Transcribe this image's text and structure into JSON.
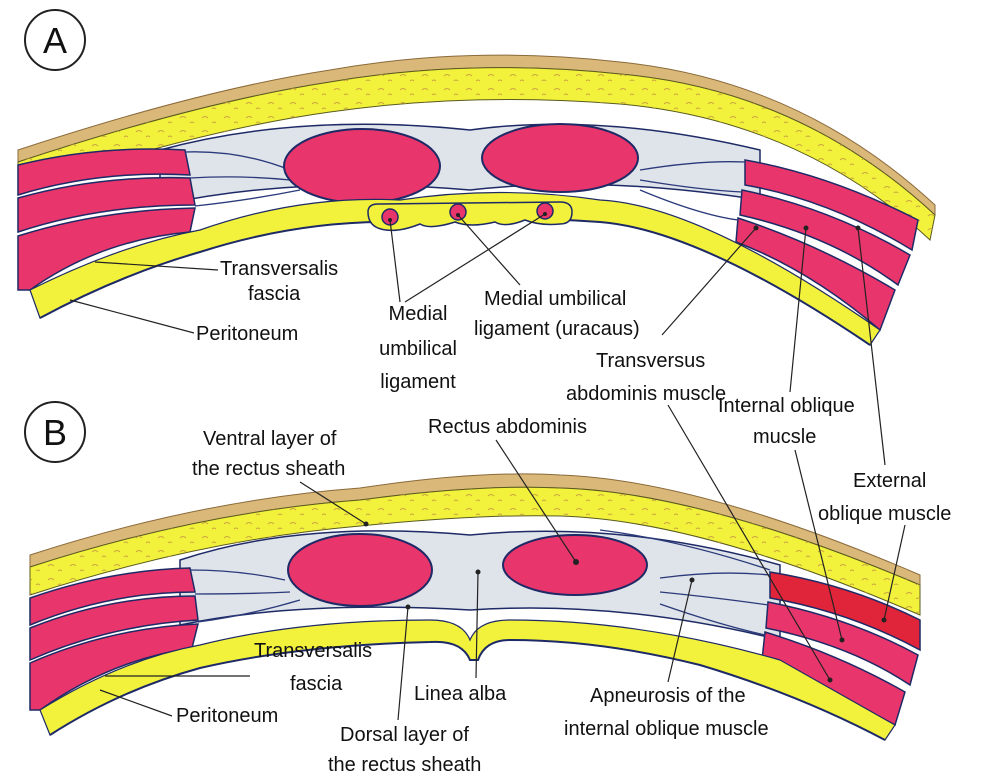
{
  "colors": {
    "fat": "#f2f23c",
    "skin": "#d9b87a",
    "muscle": "#e8356b",
    "muscle_dark": "#d41c4e",
    "red_muscle": "#e0243a",
    "fascia": "#dfe3ea",
    "outline": "#1e2a66",
    "background": "#ffffff"
  },
  "panels": [
    {
      "letter": "A",
      "labels": {
        "transversalis": [
          "Transversalis",
          "fascia"
        ],
        "peritoneum": [
          "Peritoneum"
        ],
        "medial_umbilical": [
          "Medial",
          "umbilical",
          "ligament"
        ],
        "uracaus": [
          "Medial umbilical",
          "ligament (uracaus)"
        ],
        "transversus": [
          "Transversus",
          "abdominis muscle"
        ],
        "internal_oblique": [
          "Internal oblique",
          "mucsle"
        ],
        "external_oblique": [
          "External",
          "oblique muscle"
        ]
      }
    },
    {
      "letter": "B",
      "labels": {
        "ventral_layer": [
          "Ventral layer of",
          "the rectus sheath"
        ],
        "rectus": [
          "Rectus abdominis"
        ],
        "transversalis": [
          "Transversalis",
          "fascia"
        ],
        "peritoneum": [
          "Peritoneum"
        ],
        "linea_alba": [
          "Linea alba"
        ],
        "dorsal_layer": [
          "Dorsal layer of",
          "the rectus sheath"
        ],
        "aponeurosis": [
          "Apneurosis of the",
          "internal oblique muscle"
        ]
      }
    }
  ]
}
